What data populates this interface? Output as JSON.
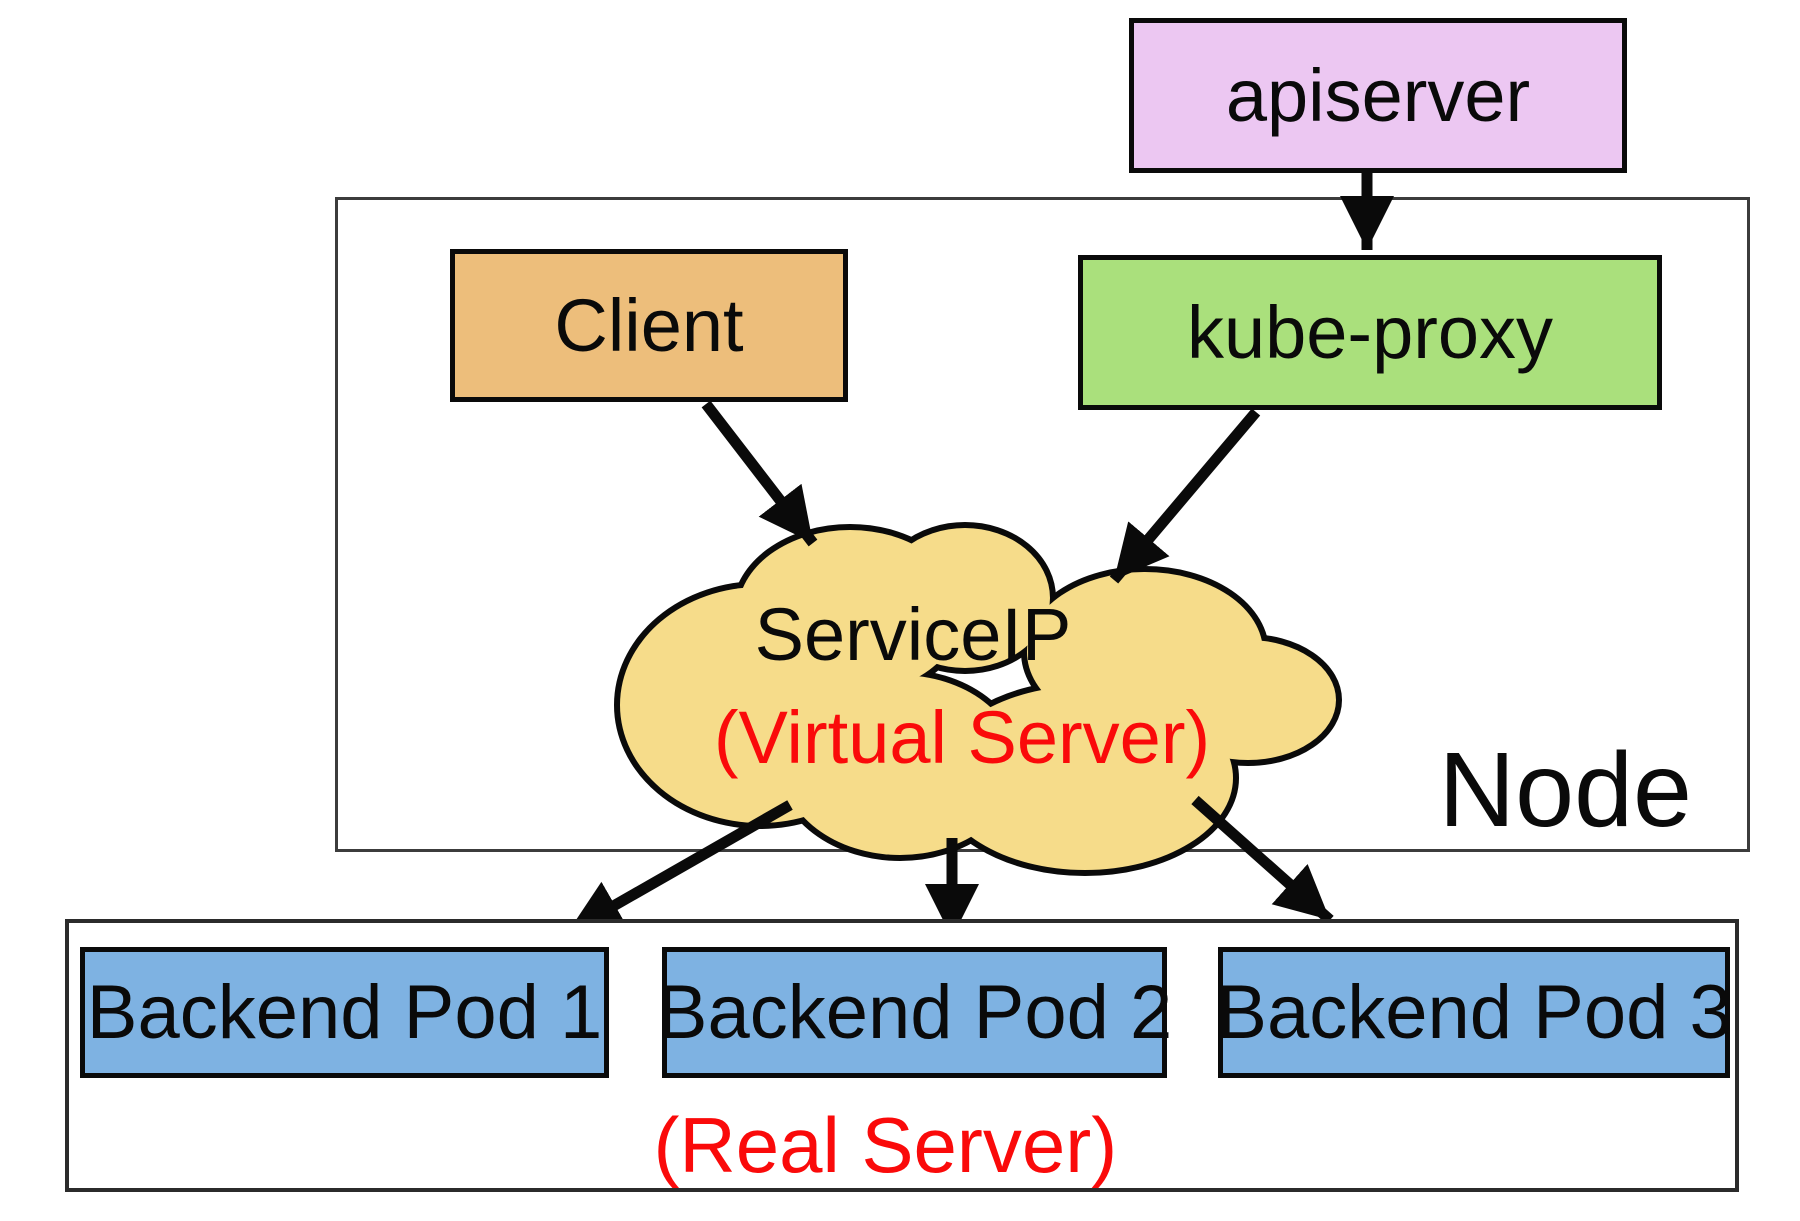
{
  "diagram": {
    "apiserver": {
      "label": "apiserver"
    },
    "client": {
      "label": "Client"
    },
    "kube_proxy": {
      "label": "kube-proxy"
    },
    "node": {
      "label": "Node"
    },
    "service_cloud": {
      "title": "ServiceIP",
      "subtitle": "(Virtual Server)"
    },
    "backend_pods": [
      {
        "label": "Backend Pod 1"
      },
      {
        "label": "Backend Pod 2"
      },
      {
        "label": "Backend Pod 3"
      }
    ],
    "real_server": {
      "label": "(Real Server)"
    }
  },
  "colors": {
    "apiserver_fill": "#ecc7f2",
    "client_fill": "#edbe7b",
    "kube_proxy_fill": "#aae07c",
    "cloud_fill": "#f6dc8a",
    "pod_fill": "#7eb2e2",
    "accent_red": "#fa0a0a",
    "outline": "#0a0a0a",
    "frame_border": "#3c3c3c"
  }
}
